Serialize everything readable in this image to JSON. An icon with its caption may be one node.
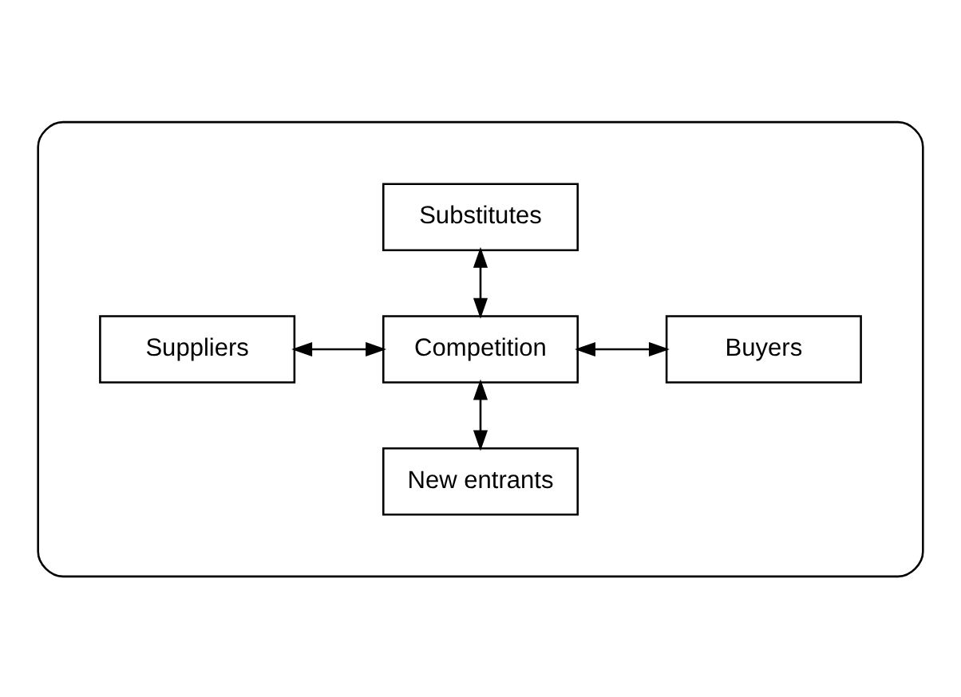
{
  "diagram": {
    "nodes": [
      {
        "text": [],
        "shape": "ellipse"
      },
      {
        "text": [
          "Substitutes"
        ],
        "in": 0
      },
      {
        "text": [
          "Suppliers"
        ],
        "in": 0
      },
      {
        "text": [
          "Competition"
        ],
        "in": 0
      },
      {
        "text": [
          "Buyers"
        ],
        "in": 0
      },
      {
        "text": [
          "New entrants"
        ],
        "in": 0
      }
    ],
    "edges": [
      {
        "from": 1,
        "to": 3,
        "arrow": "both"
      },
      {
        "from": 2,
        "to": 3,
        "arrow": "both"
      },
      {
        "from": 3,
        "to": 4,
        "arrow": "both"
      },
      {
        "from": 3,
        "to": 5,
        "arrow": "both"
      }
    ]
  }
}
